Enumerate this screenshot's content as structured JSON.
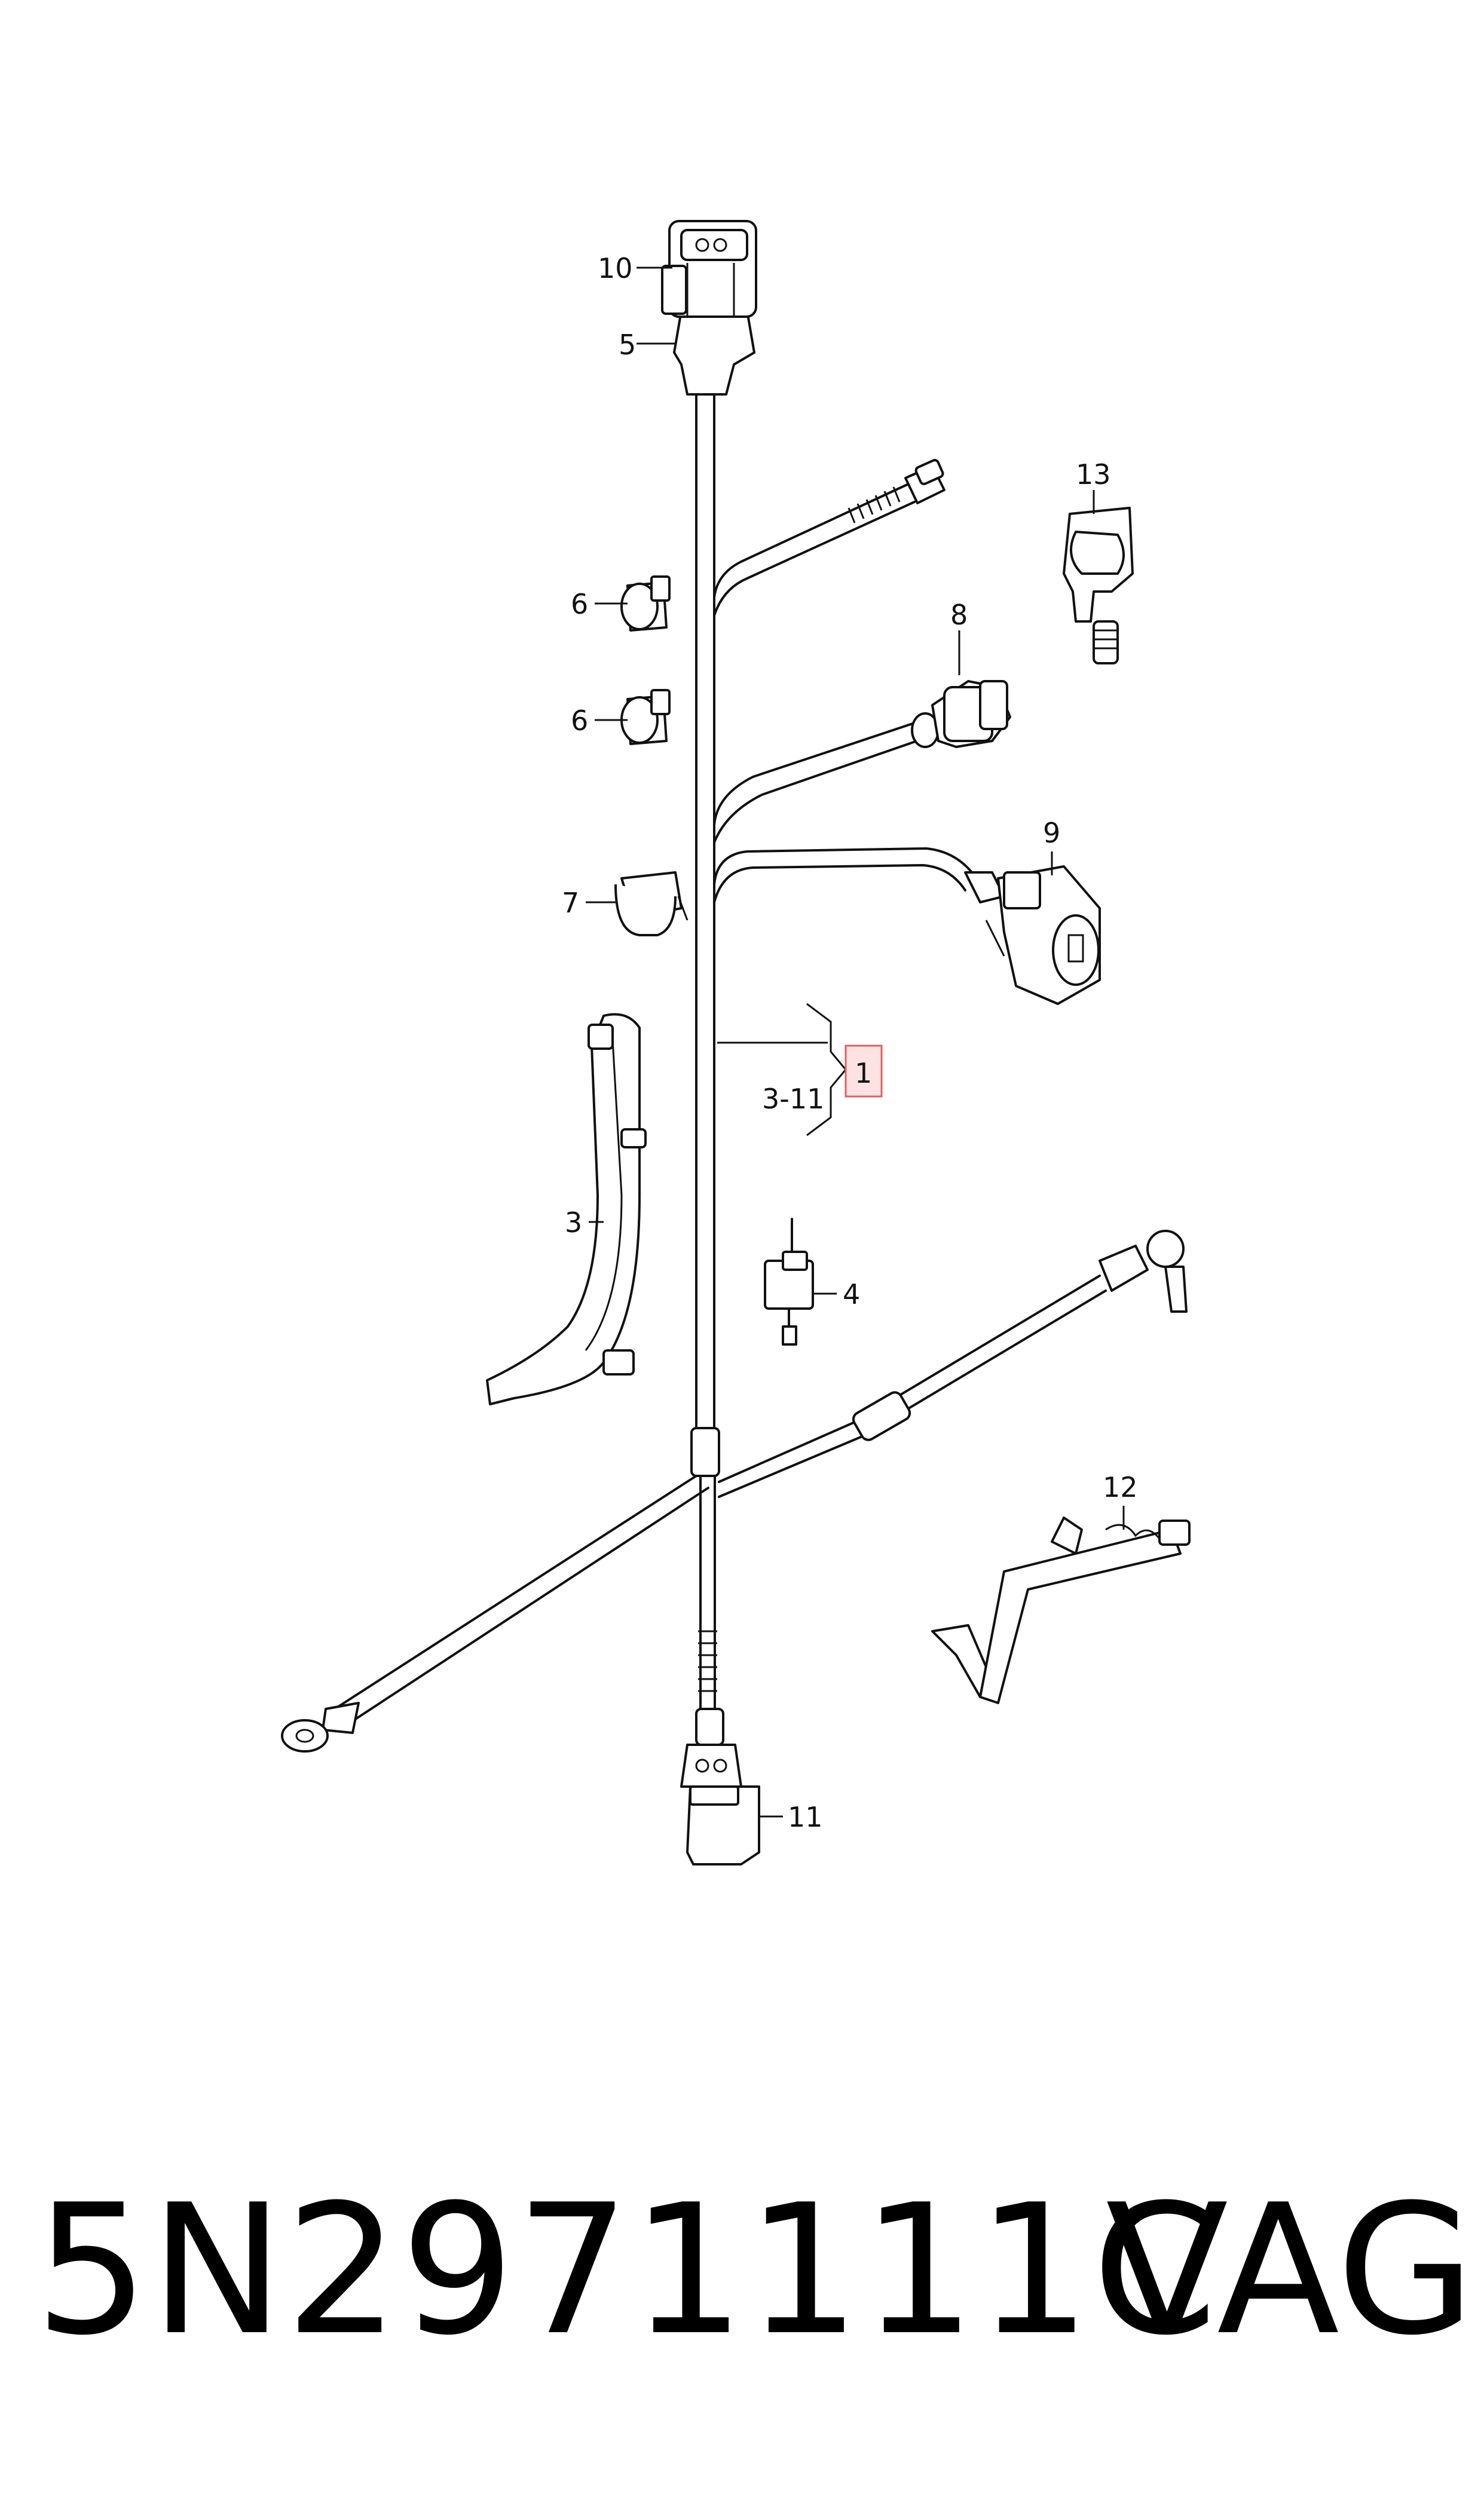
{
  "callouts": {
    "c10": "10",
    "c5": "5",
    "c13": "13",
    "c6a": "6",
    "c6b": "6",
    "c8": "8",
    "c9": "9",
    "c7": "7",
    "c1": "1",
    "c311": "3-11",
    "c3": "3",
    "c4": "4",
    "c12": "12",
    "c11": "11"
  },
  "footer": {
    "part_number": "5N2971111C",
    "brand": "VAG"
  },
  "colors": {
    "line": "#111111",
    "highlight_fill": "#fde2e2",
    "highlight_stroke": "#e06060"
  }
}
